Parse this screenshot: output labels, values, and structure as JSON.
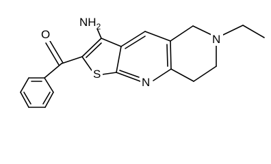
{
  "molecule": {
    "atoms": {
      "amino": {
        "symbol": "N",
        "hydrogens": "H",
        "hcount": "2"
      },
      "ketone_oxygen": {
        "symbol": "O"
      },
      "thiophene_sulfur": {
        "symbol": "S"
      },
      "pyridine_nitrogen": {
        "symbol": "N"
      },
      "piperidine_nitrogen": {
        "symbol": "N"
      }
    },
    "colors": {
      "bond": "#000000",
      "label": "#000000",
      "background": "#ffffff"
    }
  }
}
